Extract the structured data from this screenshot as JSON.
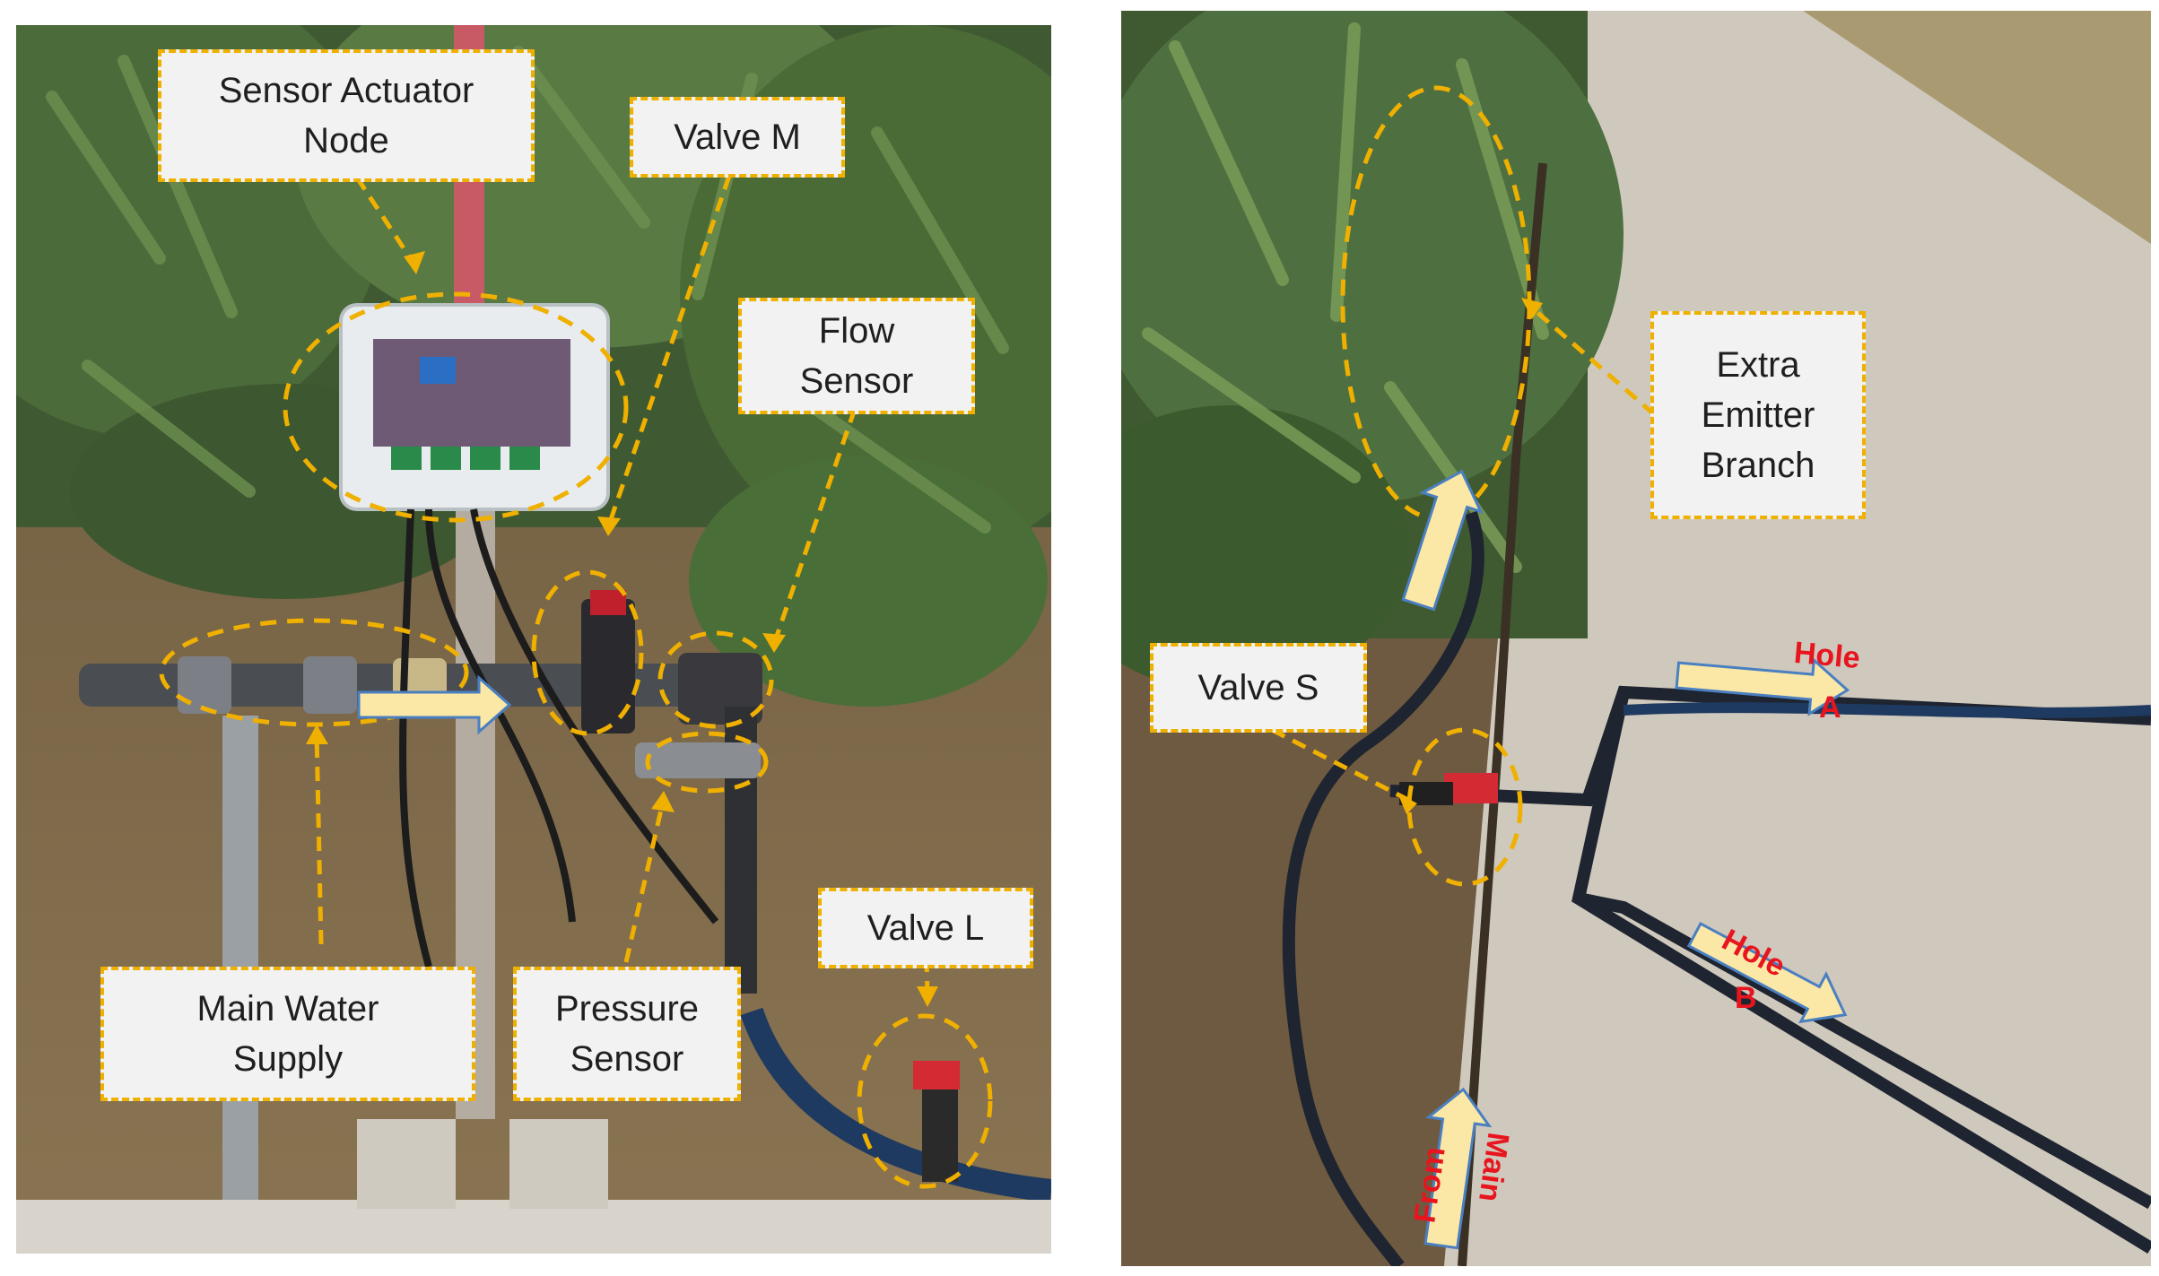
{
  "left_panel": {
    "labels": {
      "sensor_actuator_node": "Sensor Actuator\nNode",
      "valve_m": "Valve M",
      "flow_sensor": "Flow\nSensor",
      "main_water_supply": "Main Water\nSupply",
      "pressure_sensor": "Pressure\nSensor",
      "valve_l": "Valve L"
    }
  },
  "right_panel": {
    "labels": {
      "extra_emitter_branch": "Extra\nEmitter\nBranch",
      "valve_s": "Valve S"
    },
    "arrow_labels": {
      "hole_a_top": "Hole",
      "hole_a_bottom": "A",
      "hole_b_top": "Hole",
      "hole_b_bottom": "B",
      "from": "From",
      "main": "Main"
    }
  },
  "colors": {
    "annotation_dash": "#f0b000",
    "label_fill": "#f2f2f2",
    "arrow_fill": "#fbe8a6",
    "arrow_stroke": "#4a7fc1",
    "hole_text": "#e8141e"
  }
}
